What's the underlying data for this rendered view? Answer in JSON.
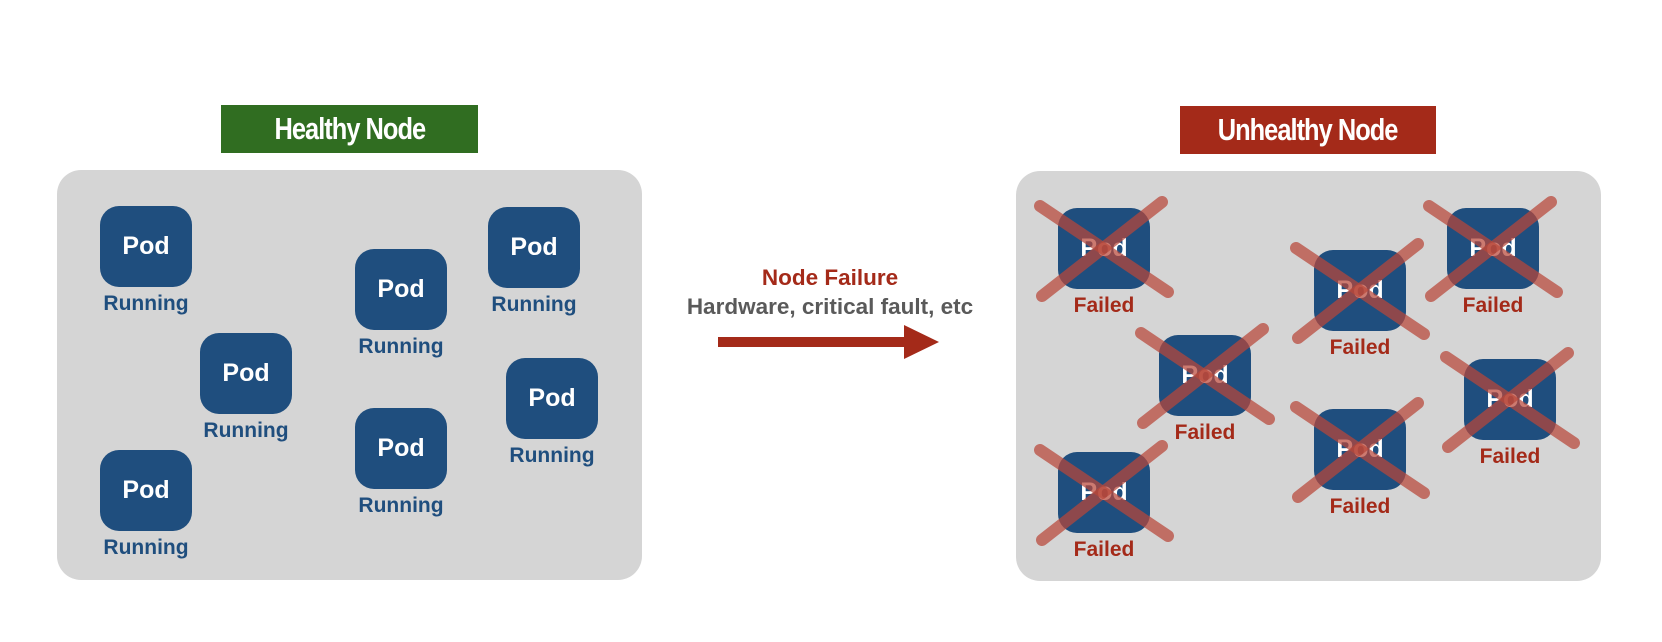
{
  "colors": {
    "healthy_label_bg": "#306d21",
    "unhealthy_label_bg": "#a42a19",
    "panel_bg": "#d5d5d5",
    "pod_bg": "#1f4e7e",
    "running_text": "#1f4e7e",
    "failed_text": "#a42a19",
    "failure_title": "#a42a19",
    "failure_subtitle": "#5a5a5a",
    "arrow": "#a42a19",
    "xmark": "#b9473a"
  },
  "healthy_node": {
    "label": "Healthy Node",
    "pods": [
      {
        "name": "Pod",
        "status": "Running"
      },
      {
        "name": "Pod",
        "status": "Running"
      },
      {
        "name": "Pod",
        "status": "Running"
      },
      {
        "name": "Pod",
        "status": "Running"
      },
      {
        "name": "Pod",
        "status": "Running"
      },
      {
        "name": "Pod",
        "status": "Running"
      },
      {
        "name": "Pod",
        "status": "Running"
      }
    ]
  },
  "transition": {
    "title": "Node Failure",
    "subtitle": "Hardware, critical fault, etc",
    "arrow_icon": "right-arrow-icon"
  },
  "unhealthy_node": {
    "label": "Unhealthy Node",
    "pods": [
      {
        "name": "Pod",
        "status": "Failed"
      },
      {
        "name": "Pod",
        "status": "Failed"
      },
      {
        "name": "Pod",
        "status": "Failed"
      },
      {
        "name": "Pod",
        "status": "Failed"
      },
      {
        "name": "Pod",
        "status": "Failed"
      },
      {
        "name": "Pod",
        "status": "Failed"
      },
      {
        "name": "Pod",
        "status": "Failed"
      }
    ]
  }
}
